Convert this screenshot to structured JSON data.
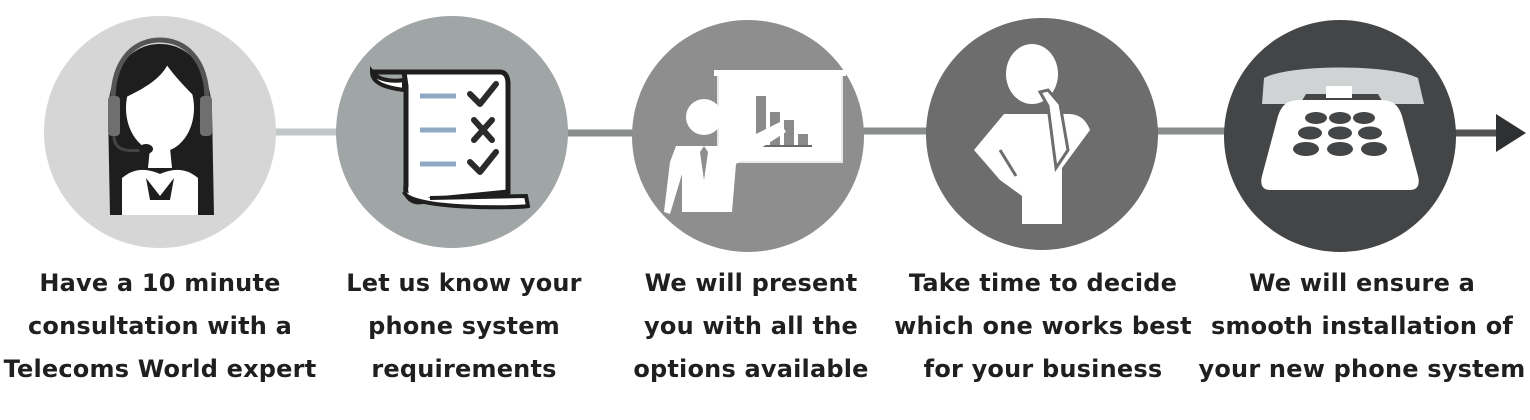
{
  "colors": {
    "line_light": "#c2c7c8",
    "line_mid": "#8a8d8e",
    "line_dark": "#505253",
    "arrow": "#2f3031",
    "circle_1": "#d6d6d6",
    "circle_2": "#a0a5a6",
    "circle_3": "#8e8e8e",
    "circle_4": "#6d6d6d",
    "circle_5": "#444546",
    "text": "#1f1f1f"
  },
  "steps": [
    {
      "icon": "support-agent-headset-icon",
      "lines": [
        "Have a 10 minute",
        "consultation with a",
        "Telecoms World expert"
      ]
    },
    {
      "icon": "checklist-scroll-icon",
      "lines": [
        "Let us know your",
        "phone system",
        "requirements"
      ]
    },
    {
      "icon": "presenter-chart-icon",
      "lines": [
        "We will present",
        "you with all the",
        "options available"
      ]
    },
    {
      "icon": "thinking-person-icon",
      "lines": [
        "Take time to decide",
        "which one works best",
        "for your business"
      ]
    },
    {
      "icon": "desk-telephone-icon",
      "lines": [
        "We will ensure a",
        "smooth installation of",
        "your new phone system"
      ]
    }
  ]
}
